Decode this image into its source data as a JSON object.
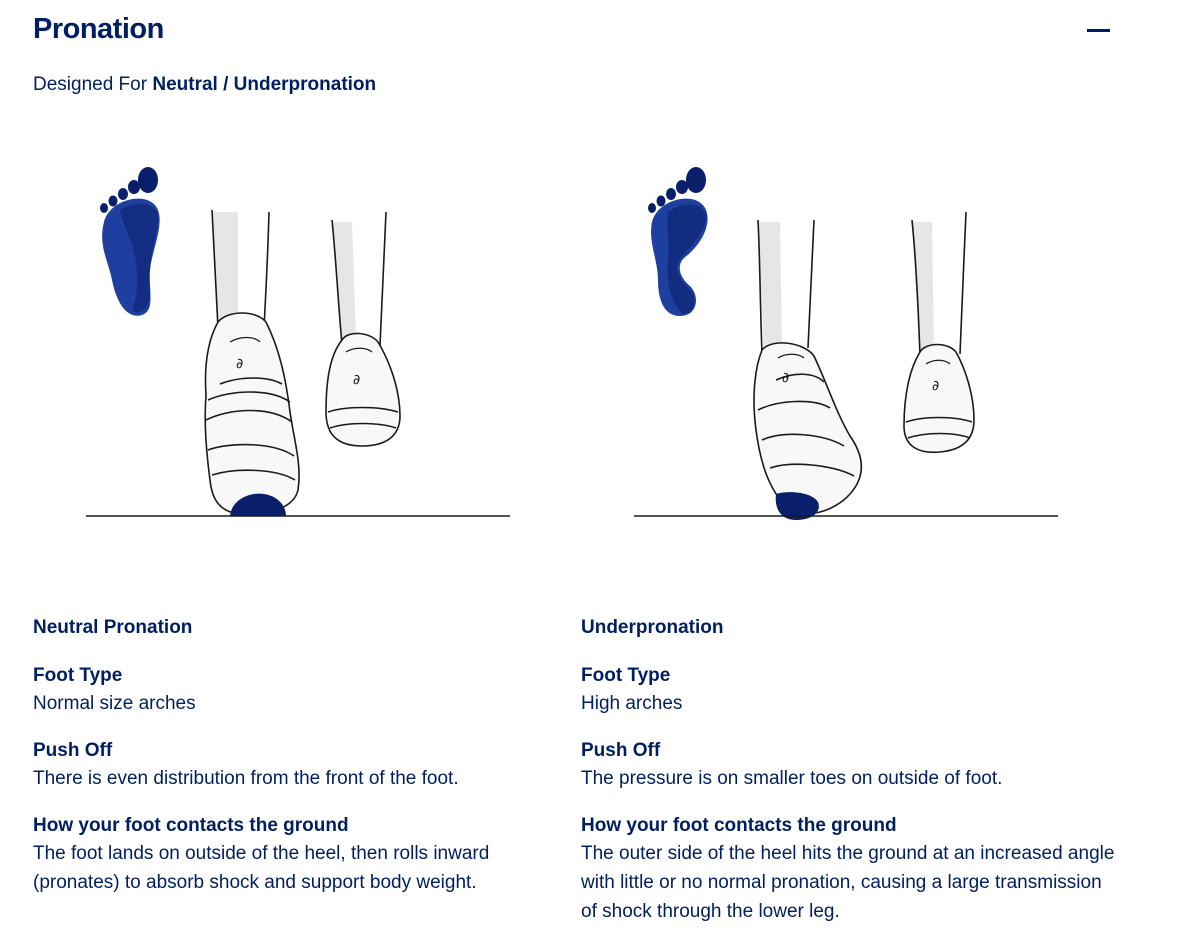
{
  "header": {
    "title": "Pronation",
    "collapse_icon": "minus-icon"
  },
  "subtitle": {
    "prefix": "Designed For ",
    "value": "Neutral / Underpronation"
  },
  "colors": {
    "navy": "#001e62",
    "foot_blue": "#1f3fa0",
    "foot_dark": "#0a1f6b",
    "leg_shade": "#e6e6e6"
  },
  "columns": [
    {
      "heading": "Neutral Pronation",
      "foot_type_label": "Foot Type",
      "foot_type": "Normal size arches",
      "push_off_label": "Push Off",
      "push_off": "There is even distribution from the front of the foot.",
      "contact_label": "How your foot contacts the ground",
      "contact": "The foot lands on outside of the heel, then rolls inward (pronates) to absorb shock and support body weight."
    },
    {
      "heading": "Underpronation",
      "foot_type_label": "Foot Type",
      "foot_type": "High arches",
      "push_off_label": "Push Off",
      "push_off": "The pressure is on smaller toes on outside of foot.",
      "contact_label": "How your foot contacts the ground",
      "contact": "The outer side of the heel hits the ground at an increased angle with little or no normal pronation, causing a large transmission of shock through the lower leg."
    }
  ]
}
